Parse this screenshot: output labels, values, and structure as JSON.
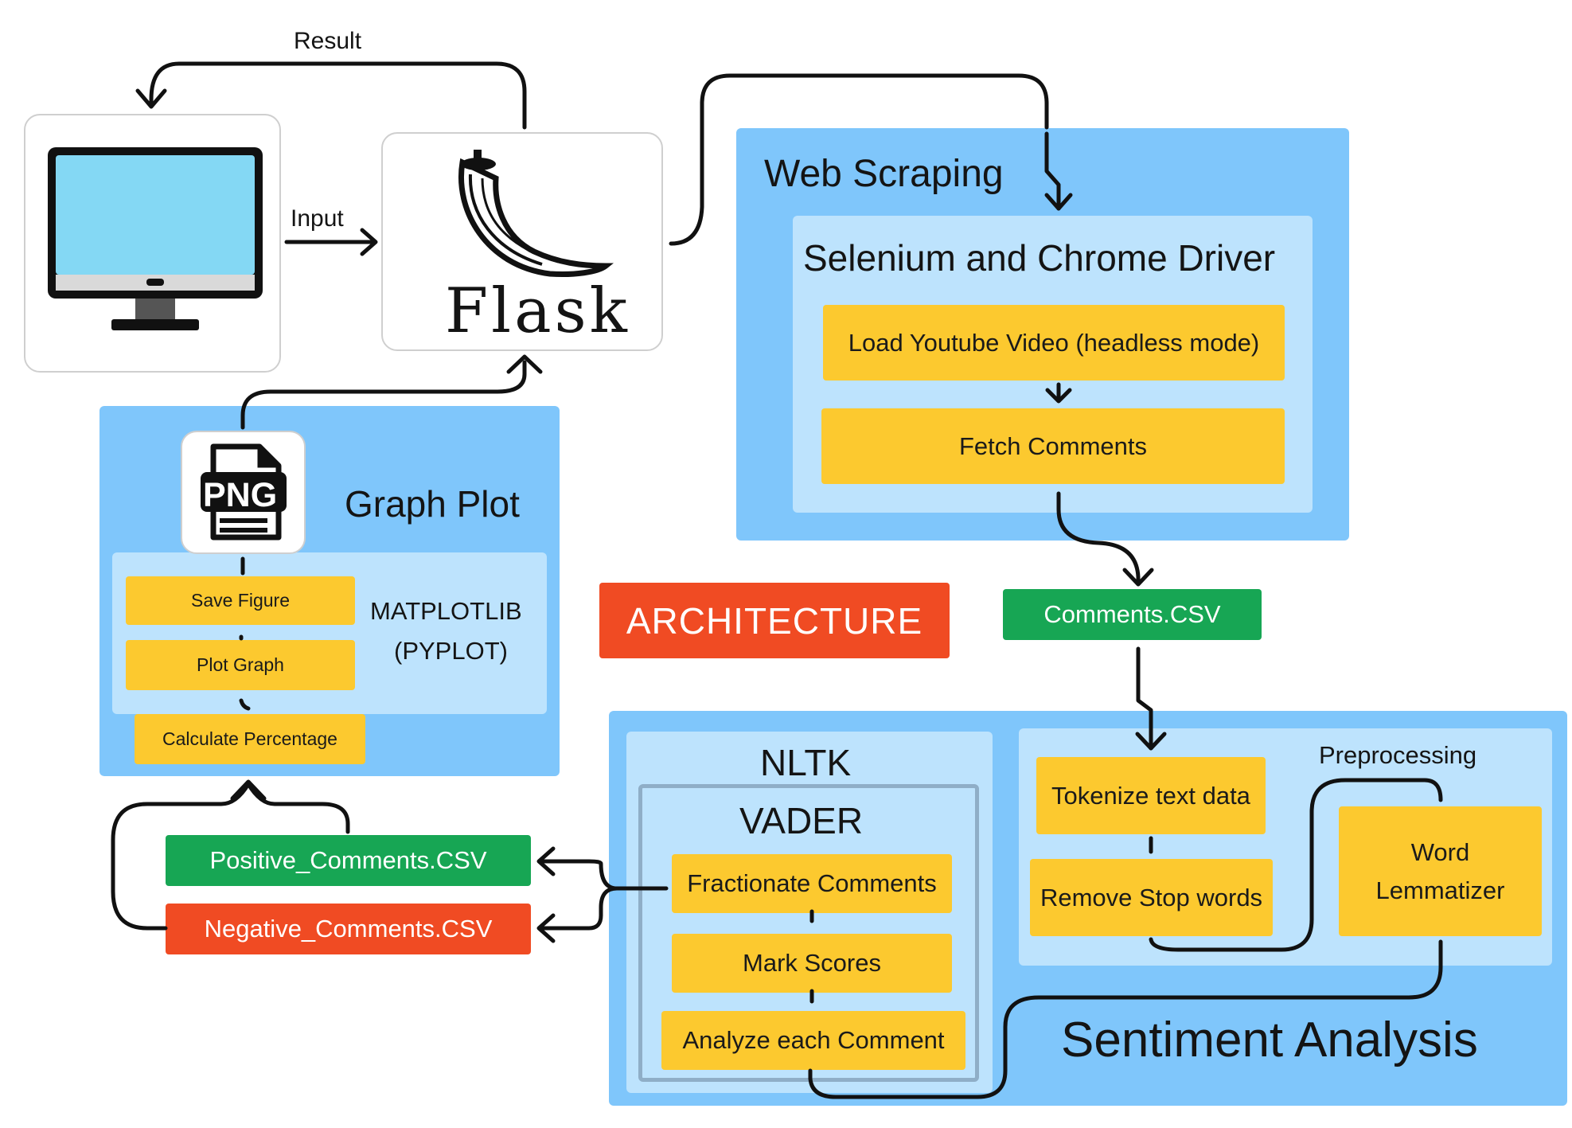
{
  "labels": {
    "result": "Result",
    "input": "Input",
    "flask": "Flask",
    "png": "PNG",
    "architecture": "ARCHITECTURE"
  },
  "web_scraping": {
    "title": "Web Scraping",
    "selenium_title": "Selenium and Chrome Driver",
    "load_video": "Load Youtube Video (headless mode)",
    "fetch_comments": "Fetch Comments"
  },
  "comments_csv": "Comments.CSV",
  "graph_plot": {
    "title": "Graph Plot",
    "library_line1": "MATPLOTLIB",
    "library_line2": "(PYPLOT)",
    "save_figure": "Save Figure",
    "plot_graph": "Plot Graph",
    "calculate_percentage": "Calculate Percentage"
  },
  "outputs": {
    "positive": "Positive_Comments.CSV",
    "negative": "Negative_Comments.CSV"
  },
  "sentiment": {
    "title": "Sentiment Analysis",
    "nltk": "NLTK",
    "vader": "VADER",
    "fractionate": "Fractionate Comments",
    "mark_scores": "Mark Scores",
    "analyze": "Analyze each Comment",
    "preprocessing": "Preprocessing",
    "tokenize": "Tokenize text data",
    "remove_stop": "Remove Stop words",
    "lemmatizer_line1": "Word",
    "lemmatizer_line2": "Lemmatizer"
  },
  "colors": {
    "panel_blue": "#7fc6fb",
    "subpanel_blue": "#bde3fd",
    "step_yellow": "#fcc92f",
    "csv_green": "#17a654",
    "accent_red": "#f04b23",
    "monitor_screen": "#84d8f4"
  },
  "icons": [
    "monitor-icon",
    "flask-horn-logo",
    "png-file-icon"
  ]
}
